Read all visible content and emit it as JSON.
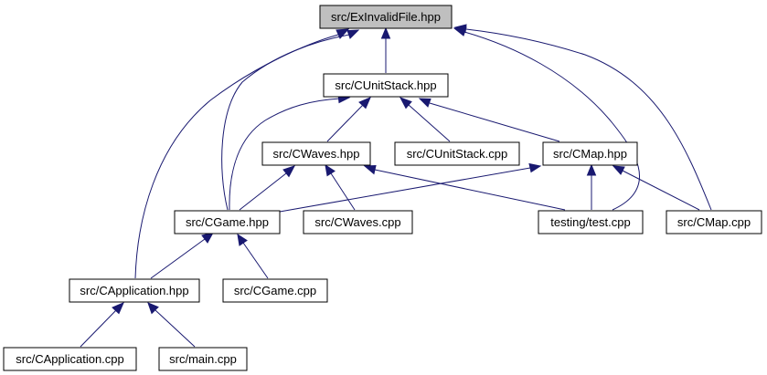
{
  "diagram": {
    "edge_color": "#191970",
    "root_fill": "#bfbfbf",
    "node_fill": "#ffffff",
    "nodes": {
      "root": "src/ExInvalidFile.hpp",
      "unitstack_hpp": "src/CUnitStack.hpp",
      "waves_hpp": "src/CWaves.hpp",
      "unitstack_cpp": "src/CUnitStack.cpp",
      "map_hpp": "src/CMap.hpp",
      "game_hpp": "src/CGame.hpp",
      "waves_cpp": "src/CWaves.cpp",
      "test_cpp": "testing/test.cpp",
      "map_cpp": "src/CMap.cpp",
      "application_hpp": "src/CApplication.hpp",
      "game_cpp": "src/CGame.cpp",
      "application_cpp": "src/CApplication.cpp",
      "main_cpp": "src/main.cpp"
    },
    "edges": [
      {
        "from": "unitstack_hpp",
        "to": "root"
      },
      {
        "from": "game_hpp",
        "to": "root"
      },
      {
        "from": "application_hpp",
        "to": "root"
      },
      {
        "from": "test_cpp",
        "to": "root"
      },
      {
        "from": "map_cpp",
        "to": "root"
      },
      {
        "from": "waves_hpp",
        "to": "unitstack_hpp"
      },
      {
        "from": "unitstack_cpp",
        "to": "unitstack_hpp"
      },
      {
        "from": "map_hpp",
        "to": "unitstack_hpp"
      },
      {
        "from": "game_hpp",
        "to": "unitstack_hpp"
      },
      {
        "from": "game_hpp",
        "to": "waves_hpp"
      },
      {
        "from": "waves_cpp",
        "to": "waves_hpp"
      },
      {
        "from": "test_cpp",
        "to": "waves_hpp"
      },
      {
        "from": "game_hpp",
        "to": "map_hpp"
      },
      {
        "from": "test_cpp",
        "to": "map_hpp"
      },
      {
        "from": "map_cpp",
        "to": "map_hpp"
      },
      {
        "from": "application_hpp",
        "to": "game_hpp"
      },
      {
        "from": "game_cpp",
        "to": "game_hpp"
      },
      {
        "from": "application_cpp",
        "to": "application_hpp"
      },
      {
        "from": "main_cpp",
        "to": "application_hpp"
      }
    ]
  }
}
